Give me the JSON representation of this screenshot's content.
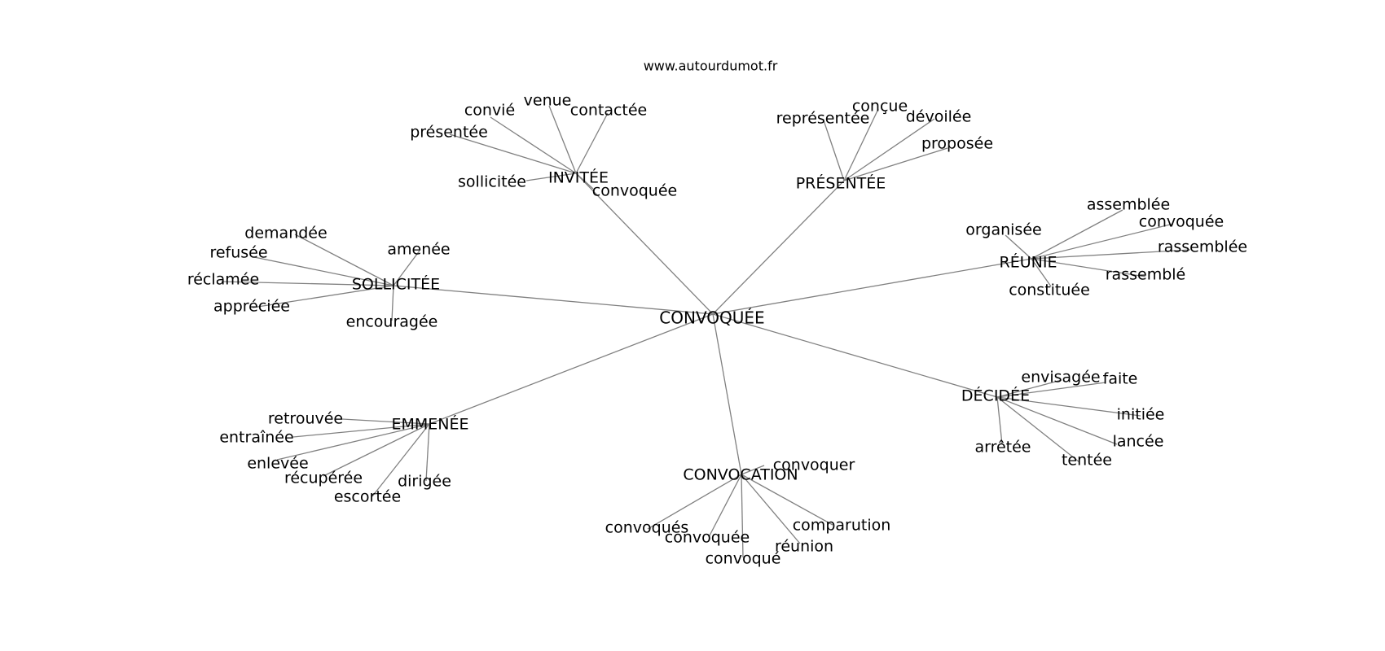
{
  "site": "www.autourdumot.fr",
  "center": "CONVOQUÉE",
  "hubs": [
    {
      "label": "INVITÉE",
      "leaves": [
        "venue",
        "convié",
        "contactée",
        "présentée",
        "sollicitée",
        "convoquée"
      ]
    },
    {
      "label": "PRÉSENTÉE",
      "leaves": [
        "conçue",
        "représentée",
        "dévoilée",
        "proposée"
      ]
    },
    {
      "label": "SOLLICITÉE",
      "leaves": [
        "demandée",
        "amenée",
        "refusée",
        "réclamée",
        "appréciée",
        "encouragée"
      ]
    },
    {
      "label": "RÉUNIE",
      "leaves": [
        "assemblée",
        "organisée",
        "convoquée",
        "rassemblée",
        "rassemblé",
        "constituée"
      ]
    },
    {
      "label": "DÉCIDÉE",
      "leaves": [
        "envisagée",
        "faite",
        "initiée",
        "lancée",
        "tentée",
        "arrêtée"
      ]
    },
    {
      "label": "EMMENÉE",
      "leaves": [
        "retrouvée",
        "entraînée",
        "enlevée",
        "récupérée",
        "dirigée",
        "escortée"
      ]
    },
    {
      "label": "CONVOCATION",
      "leaves": [
        "convoquer",
        "comparution",
        "réunion",
        "convoqués",
        "convoquée",
        "convoqué"
      ]
    }
  ]
}
